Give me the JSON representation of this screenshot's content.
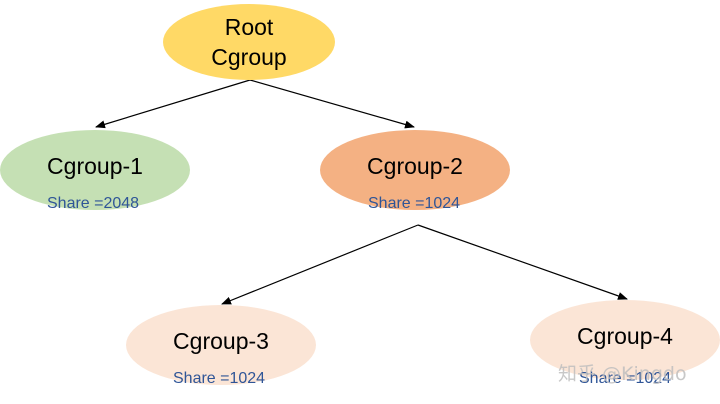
{
  "diagram": {
    "nodes": {
      "root": {
        "label_line1": "Root",
        "label_line2": "Cgroup",
        "color": "#ffd966"
      },
      "cg1": {
        "label": "Cgroup-1",
        "share": "Share =2048",
        "color": "#c5e0b4"
      },
      "cg2": {
        "label": "Cgroup-2",
        "share": "Share =1024",
        "color": "#f4b183"
      },
      "cg3": {
        "label": "Cgroup-3",
        "share": "Share =1024",
        "color": "#fbe5d6"
      },
      "cg4": {
        "label": "Cgroup-4",
        "share": "Share =1024",
        "color": "#fbe5d6"
      }
    },
    "edges": [
      {
        "from": "root",
        "to": "cg1"
      },
      {
        "from": "root",
        "to": "cg2"
      },
      {
        "from": "cg2",
        "to": "cg3"
      },
      {
        "from": "cg2",
        "to": "cg4"
      }
    ],
    "share_text_color": "#2f5597",
    "arrow_color": "#000000"
  },
  "watermark": {
    "text": "知乎 @Kingdo"
  }
}
